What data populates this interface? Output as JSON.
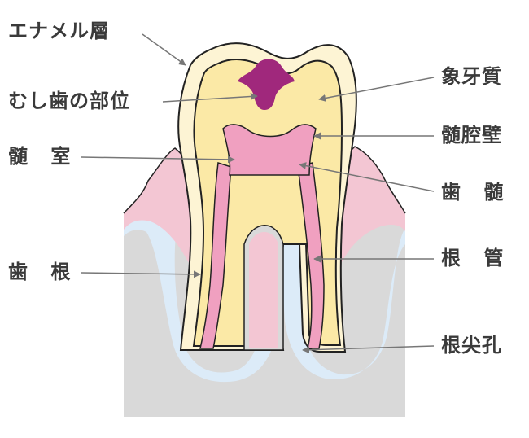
{
  "labels": {
    "enamel": "エナメル層",
    "caries": "むし歯の部位",
    "pulp_chamber": "髄 室",
    "root": "歯 根",
    "dentin": "象牙質",
    "pulp_wall": "髄腔壁",
    "pulp": "歯 髄",
    "root_canal": "根 管",
    "apical_foramen": "根尖孔"
  },
  "colors": {
    "bone": "#d9d9d9",
    "periodontal": "#dcebf8",
    "gum": "#f3c6d3",
    "enamel": "#fdf4d4",
    "dentin": "#fbe9a6",
    "pulp": "#f0a0c0",
    "caries": "#a0287c",
    "outline": "#222222",
    "leader": "#777777"
  }
}
